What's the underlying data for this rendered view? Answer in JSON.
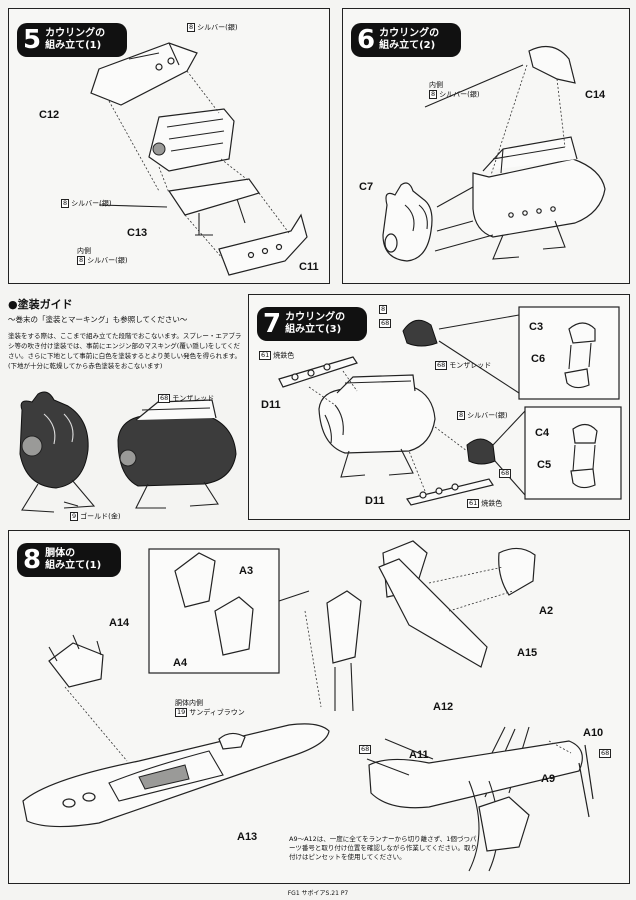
{
  "steps": {
    "s5": {
      "num": "5",
      "title": "カウリングの\n組み立て(1)"
    },
    "s6": {
      "num": "6",
      "title": "カウリングの\n組み立て(2)"
    },
    "s7": {
      "num": "7",
      "title": "カウリングの\n組み立て(3)"
    },
    "s8": {
      "num": "8",
      "title": "胴体の\n組み立て(1)"
    }
  },
  "parts": {
    "c12": "C12",
    "c13": "C13",
    "c11": "C11",
    "c7": "C7",
    "c14": "C14",
    "c3": "C3",
    "c6": "C6",
    "c4": "C4",
    "c5": "C5",
    "d11a": "D11",
    "d11b": "D11",
    "a3": "A3",
    "a4": "A4",
    "a14": "A14",
    "a2": "A2",
    "a15": "A15",
    "a13": "A13",
    "a12": "A12",
    "a11": "A11",
    "a10": "A10",
    "a9": "A9"
  },
  "paint": {
    "silver_code": "8",
    "silver": "シルバー(銀)",
    "mongre_code": "68",
    "mongre": "モンザレッド",
    "gold_code": "9",
    "gold": "ゴールド(金)",
    "burnt_code": "61",
    "burnt": "焼鉄色",
    "sandy_code": "19",
    "sandy": "サンディブラウン",
    "inner": "内側",
    "fuselage_inner": "胴体内側"
  },
  "guide": {
    "title": "●塗装ガイド",
    "subtitle": "〜巻末の「塗装とマーキング」も参照してください〜",
    "body": "塗装をする際は、ここまで組み立てた段階でおこないます。スプレー・エアブラシ等の吹き付け塗装では、事前にエンジン部のマスキング(覆い隠し)をしてください。さらに下地として事前に白色を塗装するとより美しい発色を得られます。(下地が十分に乾燥してから赤色塗装をおこないます)"
  },
  "note": "A9〜A12は、一度に全てをランナーから切り離さず、1個づつパーツ番号と取り付け位置を確認しながら作業してください。取り付けはピンセットを使用してください。",
  "footer": "FG1  サボイアS.21  P7"
}
